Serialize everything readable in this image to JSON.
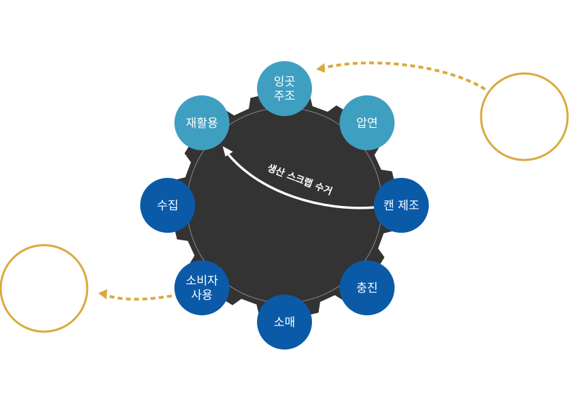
{
  "colors": {
    "gear": "#333333",
    "inner_ring": "#8a8a8a",
    "node_light": "#3f9fc1",
    "node_dark": "#0b5aa8",
    "dotted_arrow": "#d9a93a",
    "open_circle": "#d9a93a",
    "arc_arrow": "#ffffff"
  },
  "diagram": {
    "nodes": [
      {
        "id": "ingot",
        "lines": [
          "잉곳",
          "주조"
        ],
        "tone": "light"
      },
      {
        "id": "rolling",
        "lines": [
          "압연"
        ],
        "tone": "light"
      },
      {
        "id": "can-making",
        "lines": [
          "캔 제조"
        ],
        "tone": "dark"
      },
      {
        "id": "filling",
        "lines": [
          "충진"
        ],
        "tone": "dark"
      },
      {
        "id": "retail",
        "lines": [
          "소매"
        ],
        "tone": "dark"
      },
      {
        "id": "consumer-use",
        "lines": [
          "소비자",
          "사용"
        ],
        "tone": "dark"
      },
      {
        "id": "collection",
        "lines": [
          "수집"
        ],
        "tone": "dark"
      },
      {
        "id": "recycling",
        "lines": [
          "재활용"
        ],
        "tone": "light"
      }
    ],
    "arc_label": "생산 스크랩 수거"
  }
}
